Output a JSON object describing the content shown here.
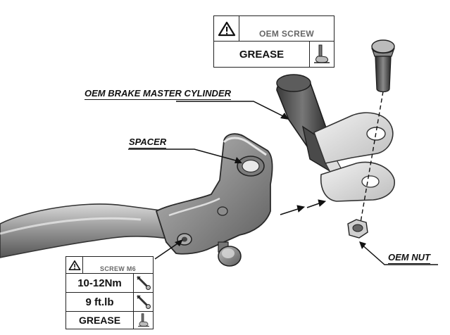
{
  "labels": {
    "oem_brake_master_cylinder": "OEM BRAKE MASTER CYLINDER",
    "spacer": "SPACER",
    "oem_nut": "OEM NUT"
  },
  "oem_screw_box": {
    "title": "OEM SCREW",
    "instruction": "GREASE",
    "icons": [
      "warning-icon",
      "grease-tube-icon"
    ]
  },
  "screw_m6_box": {
    "title": "SCREW M6",
    "torque_nm": "10-12Nm",
    "torque_ftlb": "9 ft.lb",
    "instruction": "GREASE",
    "icons": [
      "warning-icon",
      "torque-wrench-icon",
      "grease-tube-icon"
    ]
  }
}
